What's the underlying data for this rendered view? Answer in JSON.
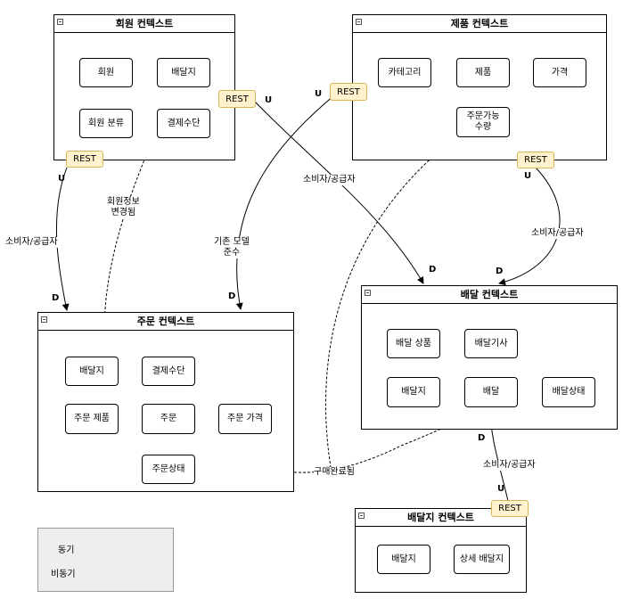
{
  "contexts": {
    "member": {
      "title": "회원 컨텍스트",
      "nodes": {
        "member": "회원",
        "address": "배달지",
        "category": "회원 분류",
        "payment": "결제수단"
      }
    },
    "product": {
      "title": "제품 컨텍스트",
      "nodes": {
        "category": "카테고리",
        "product": "제품",
        "price": "가격",
        "orderable": "주문가능\n수량"
      }
    },
    "order": {
      "title": "주문 컨텍스트",
      "nodes": {
        "address": "배달지",
        "payment": "결제수단",
        "order_product": "주문 제품",
        "order": "주문",
        "order_price": "주문 가격",
        "order_status": "주문상태"
      }
    },
    "delivery": {
      "title": "배달 컨텍스트",
      "nodes": {
        "delivery_product": "배달 상품",
        "driver": "배달기사",
        "address": "배달지",
        "delivery": "배달",
        "delivery_status": "배달상태"
      }
    },
    "address": {
      "title": "배달지 컨텍스트",
      "nodes": {
        "address": "배달지",
        "detail": "상세 배달지"
      }
    }
  },
  "rest_label": "REST",
  "upstream": "U",
  "downstream": "D",
  "edge_labels": {
    "consumer_supplier": "소비자/공급자",
    "member_info_changed": "회원정보\n변경됨",
    "conformist": "기존 모델\n준수",
    "purchase_completed": "구매완료됨"
  },
  "legend": {
    "sync": "동기",
    "async": "비동기"
  }
}
